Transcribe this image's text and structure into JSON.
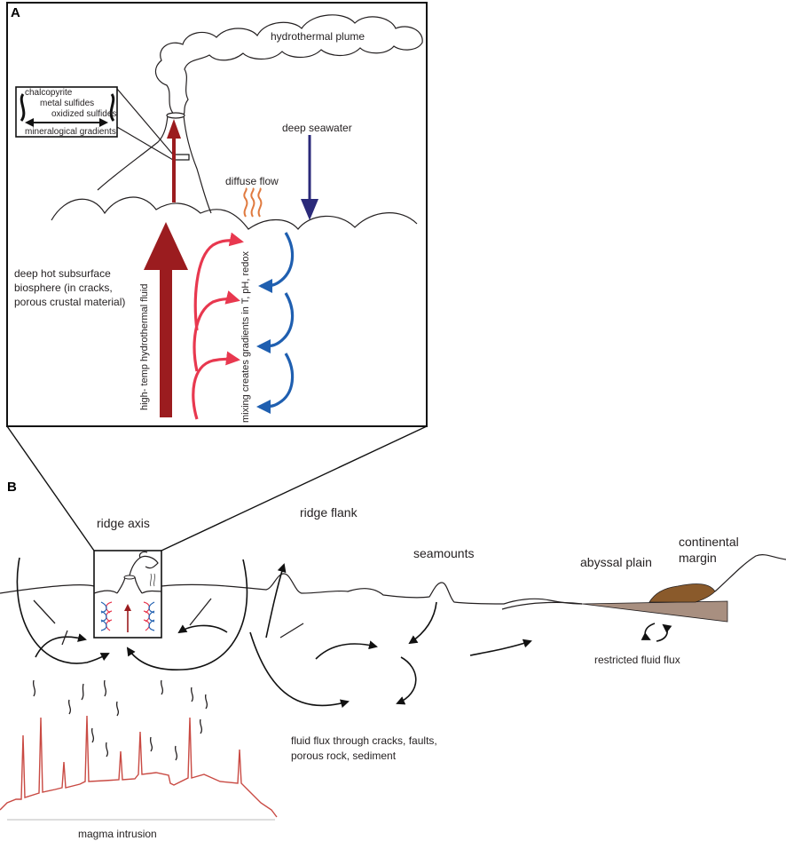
{
  "panel_a": {
    "letter": "A",
    "hydrothermal_plume": "hydrothermal plume",
    "mineral_1": "chalcopyrite",
    "mineral_2": "metal sulfides",
    "mineral_3": "oxidized sulfides",
    "mineral_gradient": "mineralogical gradients",
    "deep_seawater": "deep seawater",
    "diffuse_flow": "diffuse flow",
    "biosphere_1": "deep hot subsurface",
    "biosphere_2": "biosphere (in cracks,",
    "biosphere_3": "porous crustal material)",
    "high_temp_fluid": "high- temp hydrothermal fluid",
    "mixing": "mixing creates gradients in T, pH, redox"
  },
  "panel_b": {
    "letter": "B",
    "ridge_axis": "ridge axis",
    "ridge_flank": "ridge flank",
    "seamounts": "seamounts",
    "abyssal_plain": "abyssal plain",
    "continental_1": "continental",
    "continental_2": "margin",
    "restricted_flux": "restricted fluid flux",
    "flux_1": "fluid flux through cracks, faults,",
    "flux_2": "porous rock, sediment",
    "magma_intrusion": "magma intrusion"
  },
  "colors": {
    "hot_fluid": "#9b1c1f",
    "warm_mixing": "#e8384f",
    "cold_mixing": "#1f5fb0",
    "deep_seawater_arrow": "#2b2a7a",
    "diffuse_flow": "#e07a3f",
    "magma": "#c94a43",
    "sediment": "#8a5a2b",
    "crust_wedge": "#a88f80"
  }
}
